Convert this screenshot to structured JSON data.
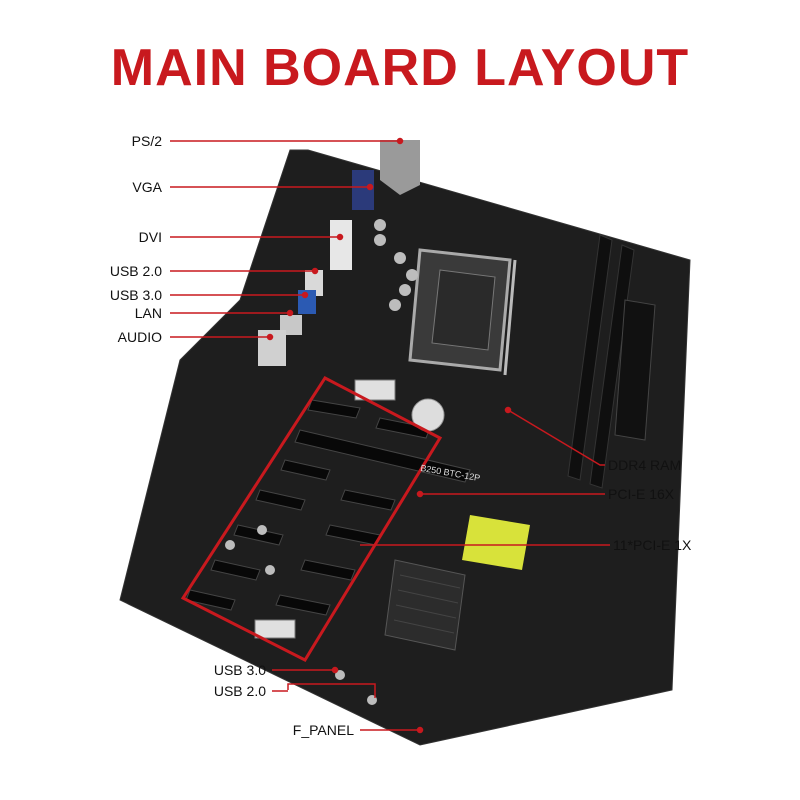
{
  "title": "MAIN BOARD LAYOUT",
  "board": {
    "model_text": "B250 BTC-12P"
  },
  "labels": {
    "ps2": "PS/2",
    "vga": "VGA",
    "dvi": "DVI",
    "usb20_rear": "USB 2.0",
    "usb30_rear": "USB 3.0",
    "lan": "LAN",
    "audio": "AUDIO",
    "ddr4": "DDR4 RAM",
    "pcie16": "PCI-E  16X",
    "pcie1": "11*PCI-E  1X",
    "usb30_front": "USB 3.0",
    "usb20_front": "USB 2.0",
    "fpanel": "F_PANEL"
  },
  "colors": {
    "accent": "#c8191e",
    "board": "#1c1c1c",
    "slot": "#0d0d0d",
    "heatsink_sticker": "#d8e23a"
  }
}
